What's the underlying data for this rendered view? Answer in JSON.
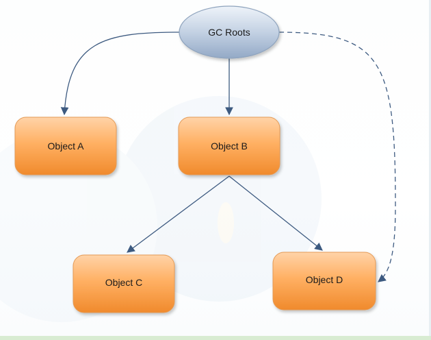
{
  "diagram": {
    "root": {
      "label": "GC Roots"
    },
    "objects": [
      {
        "id": "a",
        "label": "Object A"
      },
      {
        "id": "b",
        "label": "Object B"
      },
      {
        "id": "c",
        "label": "Object C"
      },
      {
        "id": "d",
        "label": "Object D"
      }
    ],
    "edges": [
      {
        "from": "GC Roots",
        "to": "Object A",
        "style": "solid"
      },
      {
        "from": "GC Roots",
        "to": "Object B",
        "style": "solid"
      },
      {
        "from": "GC Roots",
        "to": "Object D",
        "style": "dashed"
      },
      {
        "from": "Object B",
        "to": "Object C",
        "style": "solid"
      },
      {
        "from": "Object B",
        "to": "Object D",
        "style": "solid"
      }
    ]
  },
  "colors": {
    "node_fill_top": "#ffc99a",
    "node_fill_bottom": "#f2882c",
    "node_stroke": "#e49a55",
    "root_fill_top": "#e3ebf5",
    "root_fill_bottom": "#9fb3cf",
    "root_stroke": "#8ea3bd",
    "edge": "#3d5a80",
    "footer_bar": "#d8ecd2"
  }
}
